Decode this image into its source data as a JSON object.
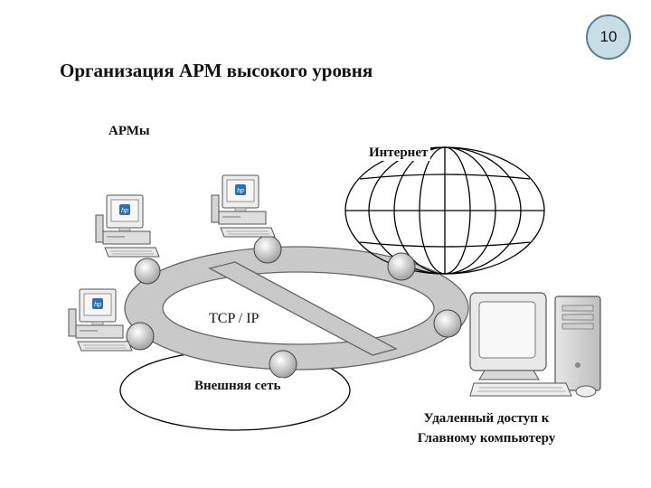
{
  "slide": {
    "number": "10",
    "title": "Организация АРМ высокого уровня"
  },
  "labels": {
    "workstations": "АРМы",
    "internet": "Интернет",
    "protocol": "TCP / IP",
    "external_network": "Внешняя сеть",
    "remote_access_line1": "Удаленный доступ к",
    "remote_access_line2": "Главному компьютеру"
  },
  "icons": {
    "workstation": "hp-desktop-computer-icon",
    "globe": "internet-globe-icon",
    "server": "tower-computer-icon",
    "hp_logo_text": "hp"
  },
  "colors": {
    "ring": "#c9c9c9",
    "ring_stroke": "#666666",
    "node": "#d8d8d8",
    "node_stroke": "#444444",
    "badge_fill": "#c8dde6",
    "badge_stroke": "#5b7f8e",
    "hp_screen": "#2f6fb0"
  }
}
